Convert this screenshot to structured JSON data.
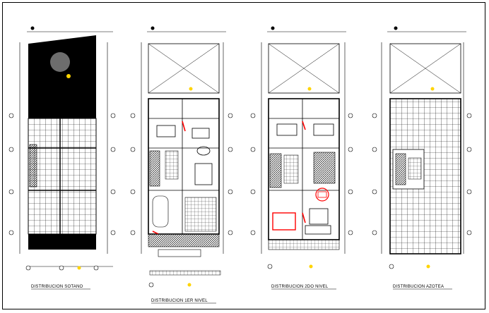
{
  "sheet": {
    "background": "#ffffff",
    "line_color": "#000000",
    "accent_color": "#ff0000",
    "marker_color": "#ffd400",
    "plans": [
      {
        "id": "basement",
        "title": "DISTRIBUCION SOTANO"
      },
      {
        "id": "first",
        "title": "DISTRIBUCION 1ER NIVEL"
      },
      {
        "id": "second",
        "title": "DISTRIBUCION 2DO NIVEL"
      },
      {
        "id": "roof",
        "title": "DISTRIBUCION AZOTEA"
      }
    ]
  }
}
